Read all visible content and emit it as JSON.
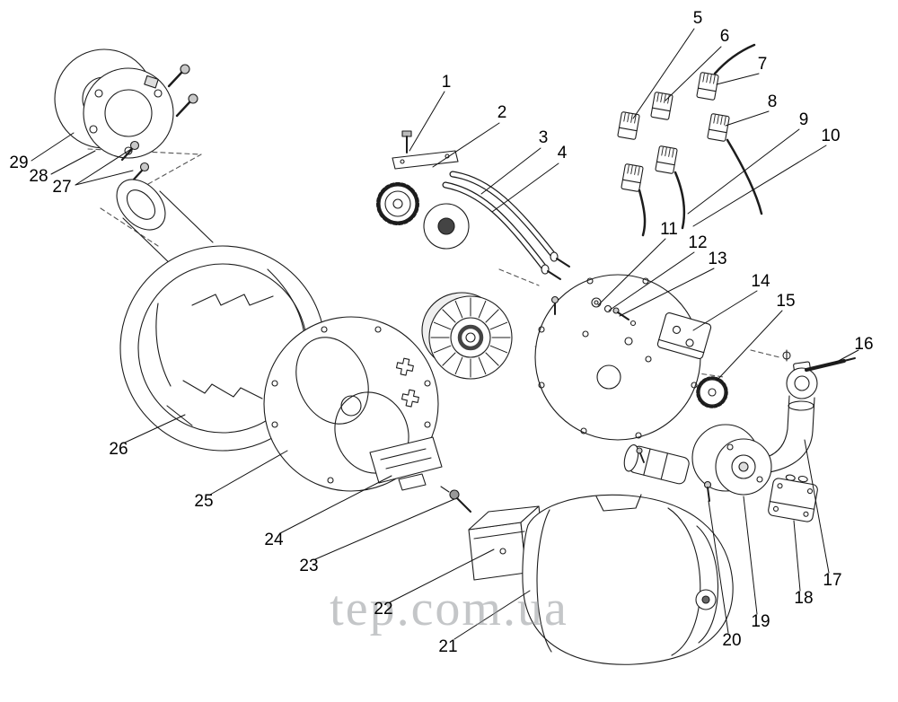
{
  "watermark": {
    "text": "tep.com.ua"
  },
  "parts": [
    {
      "number": "1"
    },
    {
      "number": "2"
    },
    {
      "number": "3"
    },
    {
      "number": "4"
    },
    {
      "number": "5"
    },
    {
      "number": "6"
    },
    {
      "number": "7"
    },
    {
      "number": "8"
    },
    {
      "number": "9"
    },
    {
      "number": "10"
    },
    {
      "number": "11"
    },
    {
      "number": "12"
    },
    {
      "number": "13"
    },
    {
      "number": "14"
    },
    {
      "number": "15"
    },
    {
      "number": "16"
    },
    {
      "number": "17"
    },
    {
      "number": "18"
    },
    {
      "number": "19"
    },
    {
      "number": "20"
    },
    {
      "number": "21"
    },
    {
      "number": "22"
    },
    {
      "number": "23"
    },
    {
      "number": "24"
    },
    {
      "number": "25"
    },
    {
      "number": "26"
    },
    {
      "number": "27"
    },
    {
      "number": "28"
    },
    {
      "number": "29"
    }
  ]
}
